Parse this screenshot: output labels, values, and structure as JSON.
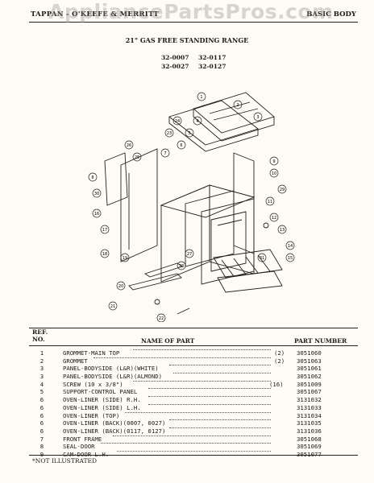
{
  "header": {
    "brand": "TAPPAN - O'KEEFE & MERRITT",
    "section": "BASIC BODY"
  },
  "watermark": "AppliancePartsPros.com",
  "title": "21\" GAS FREE STANDING RANGE",
  "models": [
    "32-0007",
    "32-0117",
    "32-0027",
    "32-0127"
  ],
  "callouts": [
    "1",
    "2",
    "3",
    "4",
    "5",
    "6",
    "7",
    "8",
    "9",
    "10",
    "11",
    "12",
    "13",
    "14",
    "15",
    "16",
    "17",
    "18",
    "19",
    "20",
    "21",
    "22",
    "23",
    "24",
    "25",
    "26",
    "27",
    "28",
    "29",
    "30",
    "31"
  ],
  "table": {
    "headers": {
      "ref": "REF.\nNO.",
      "name": "NAME OF PART",
      "number": "PART NUMBER"
    },
    "rows": [
      {
        "ref": "1",
        "name": "GROMMET-MAIN TOP",
        "qty": "(2)",
        "number": "3051060"
      },
      {
        "ref": "2",
        "name": "GROMMET",
        "qty": "(2)",
        "number": "3051063"
      },
      {
        "ref": "3",
        "name": "PANEL-BODYSIDE (L&R)(WHITE)",
        "qty": "",
        "number": "3051061"
      },
      {
        "ref": "3",
        "name": "PANEL-BODYSIDE (L&R)(ALMOND)",
        "qty": "",
        "number": "3051062"
      },
      {
        "ref": "4",
        "name": "SCREW (10 x 3/8\")",
        "qty": "(16)",
        "number": "3051009"
      },
      {
        "ref": "5",
        "name": "SUPPORT-CONTROL PANEL",
        "qty": "",
        "number": "3051067"
      },
      {
        "ref": "6",
        "name": "OVEN-LINER (SIDE) R.H.",
        "qty": "",
        "number": "3131032"
      },
      {
        "ref": "6",
        "name": "OVEN-LINER (SIDE) L.H.",
        "qty": "",
        "number": "3131033"
      },
      {
        "ref": "6",
        "name": "OVEN-LINER (TOP)",
        "qty": "",
        "number": "3131034"
      },
      {
        "ref": "6",
        "name": "OVEN-LINER (BACK)(0007, 0027)",
        "qty": "",
        "number": "3131035"
      },
      {
        "ref": "6",
        "name": "OVEN-LINER (BACK)(0117, 0127)",
        "qty": "",
        "number": "3131036"
      },
      {
        "ref": "7",
        "name": "FRONT FRAME",
        "qty": "",
        "number": "3051068"
      },
      {
        "ref": "8",
        "name": "SEAL-DOOR",
        "qty": "",
        "number": "3051069"
      },
      {
        "ref": "9",
        "name": "CAM-DOOR L.H.",
        "qty": "",
        "number": "3051077"
      }
    ]
  },
  "footnote": "*NOT ILLUSTRATED"
}
